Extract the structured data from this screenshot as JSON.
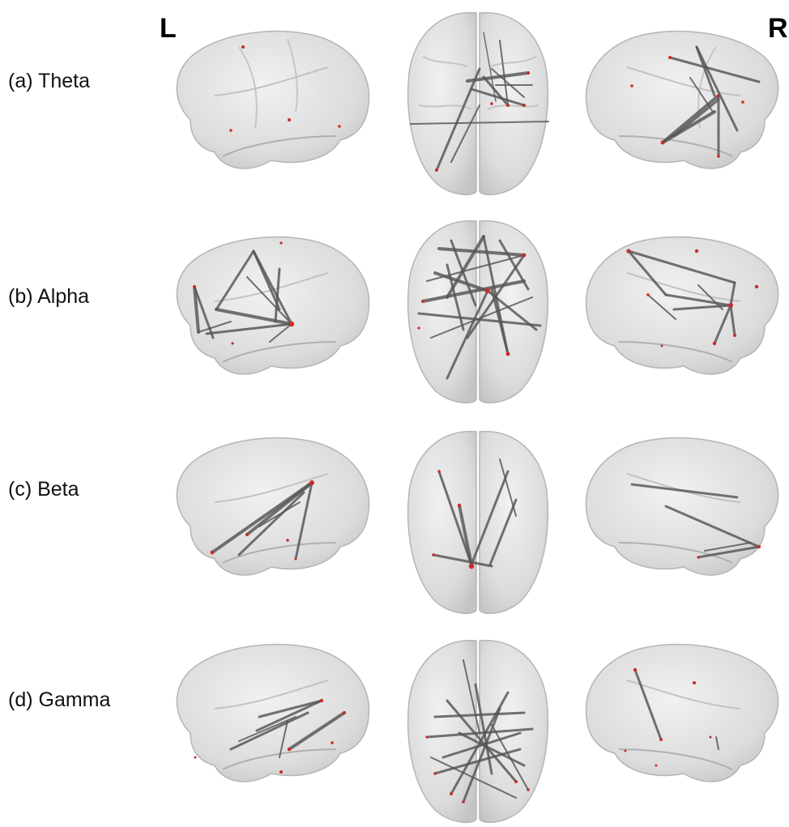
{
  "side_labels": {
    "left": "L",
    "right": "R"
  },
  "colors": {
    "edge": "#555555",
    "node": "#cc2a2a",
    "brain_fill": "#d7d7d7",
    "brain_outline": "#b5b5b5"
  },
  "bands": [
    {
      "label": "(a) Theta"
    },
    {
      "label": "(b) Alpha"
    },
    {
      "label": "(c) Beta"
    },
    {
      "label": "(d) Gamma"
    }
  ],
  "views": [
    "left-lateral",
    "dorsal",
    "right-lateral"
  ]
}
